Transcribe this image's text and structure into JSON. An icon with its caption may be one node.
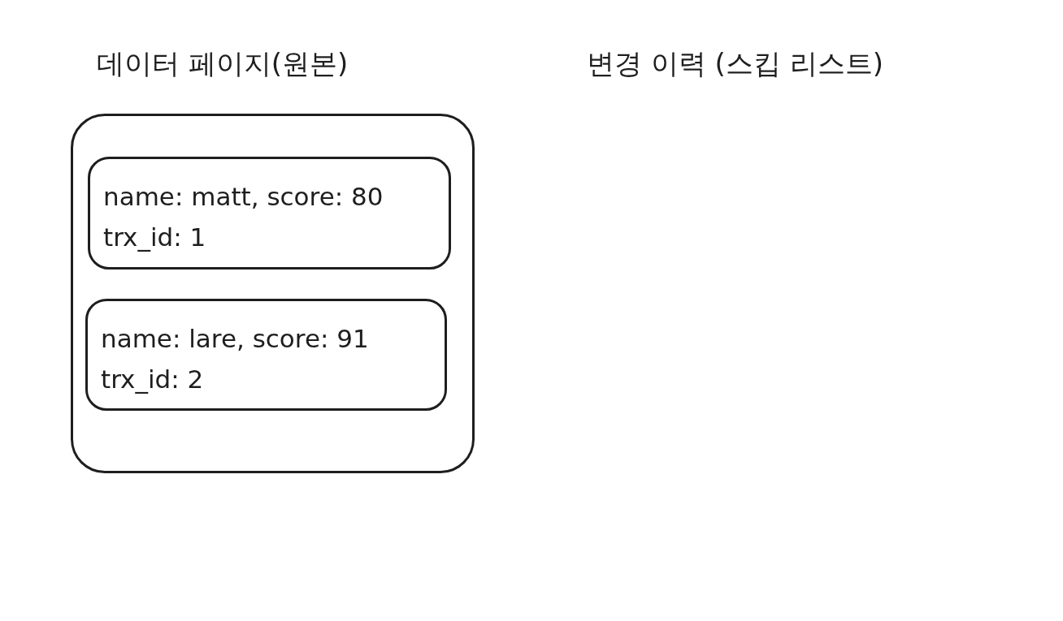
{
  "diagram": {
    "nodes": [
      {
        "text": [
          "데이터 페이지(원본)"
        ]
      },
      {
        "text": [
          "name: matt, score: 80 trx_id: 1"
        ],
        "in": 0
      },
      {
        "text": [
          "name: lare, score: 91 trx_id: 2"
        ],
        "in": 0
      }
    ],
    "labels": [
      "변경 이력 (스킵 리스트)"
    ]
  }
}
